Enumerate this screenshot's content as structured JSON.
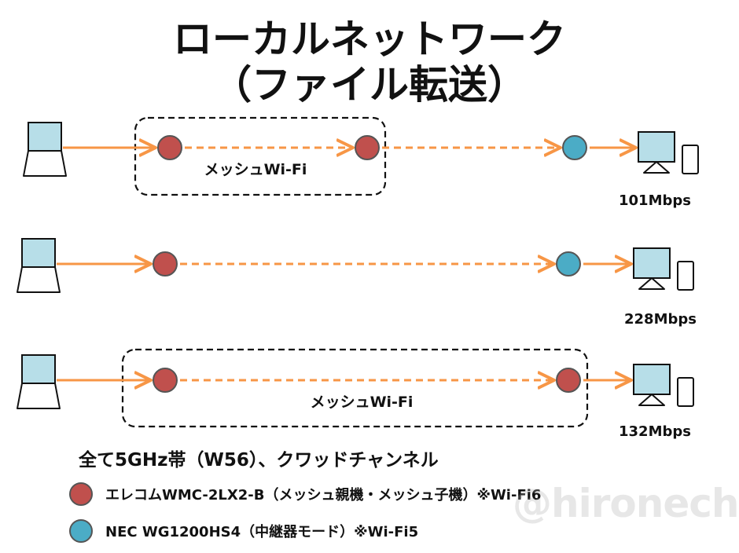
{
  "title": {
    "line1": "ローカルネットワーク",
    "line2": "（ファイル転送）"
  },
  "colors": {
    "mesh_node": "#c0504d",
    "repeater_node": "#4bacc6",
    "arrow": "#f79646",
    "device_fill": "#b7dee8"
  },
  "rows": [
    {
      "nodes": [
        "mesh",
        "mesh",
        "repeater"
      ],
      "mesh_label": "メッシュWi-Fi",
      "speed": "101Mbps"
    },
    {
      "nodes": [
        "mesh",
        "repeater"
      ],
      "mesh_label": "",
      "speed": "228Mbps"
    },
    {
      "nodes": [
        "mesh",
        "mesh"
      ],
      "mesh_label": "メッシュWi-Fi",
      "speed": "132Mbps"
    }
  ],
  "footnote": "全て5GHz帯（W56）、クワッドチャンネル",
  "legend": [
    {
      "kind": "mesh",
      "text": "エレコムWMC-2LX2-B（メッシュ親機・メッシュ子機）※Wi-Fi6"
    },
    {
      "kind": "repeater",
      "text": "NEC WG1200HS4（中継器モード）※Wi-Fi5"
    }
  ],
  "watermark": "@hironechan"
}
